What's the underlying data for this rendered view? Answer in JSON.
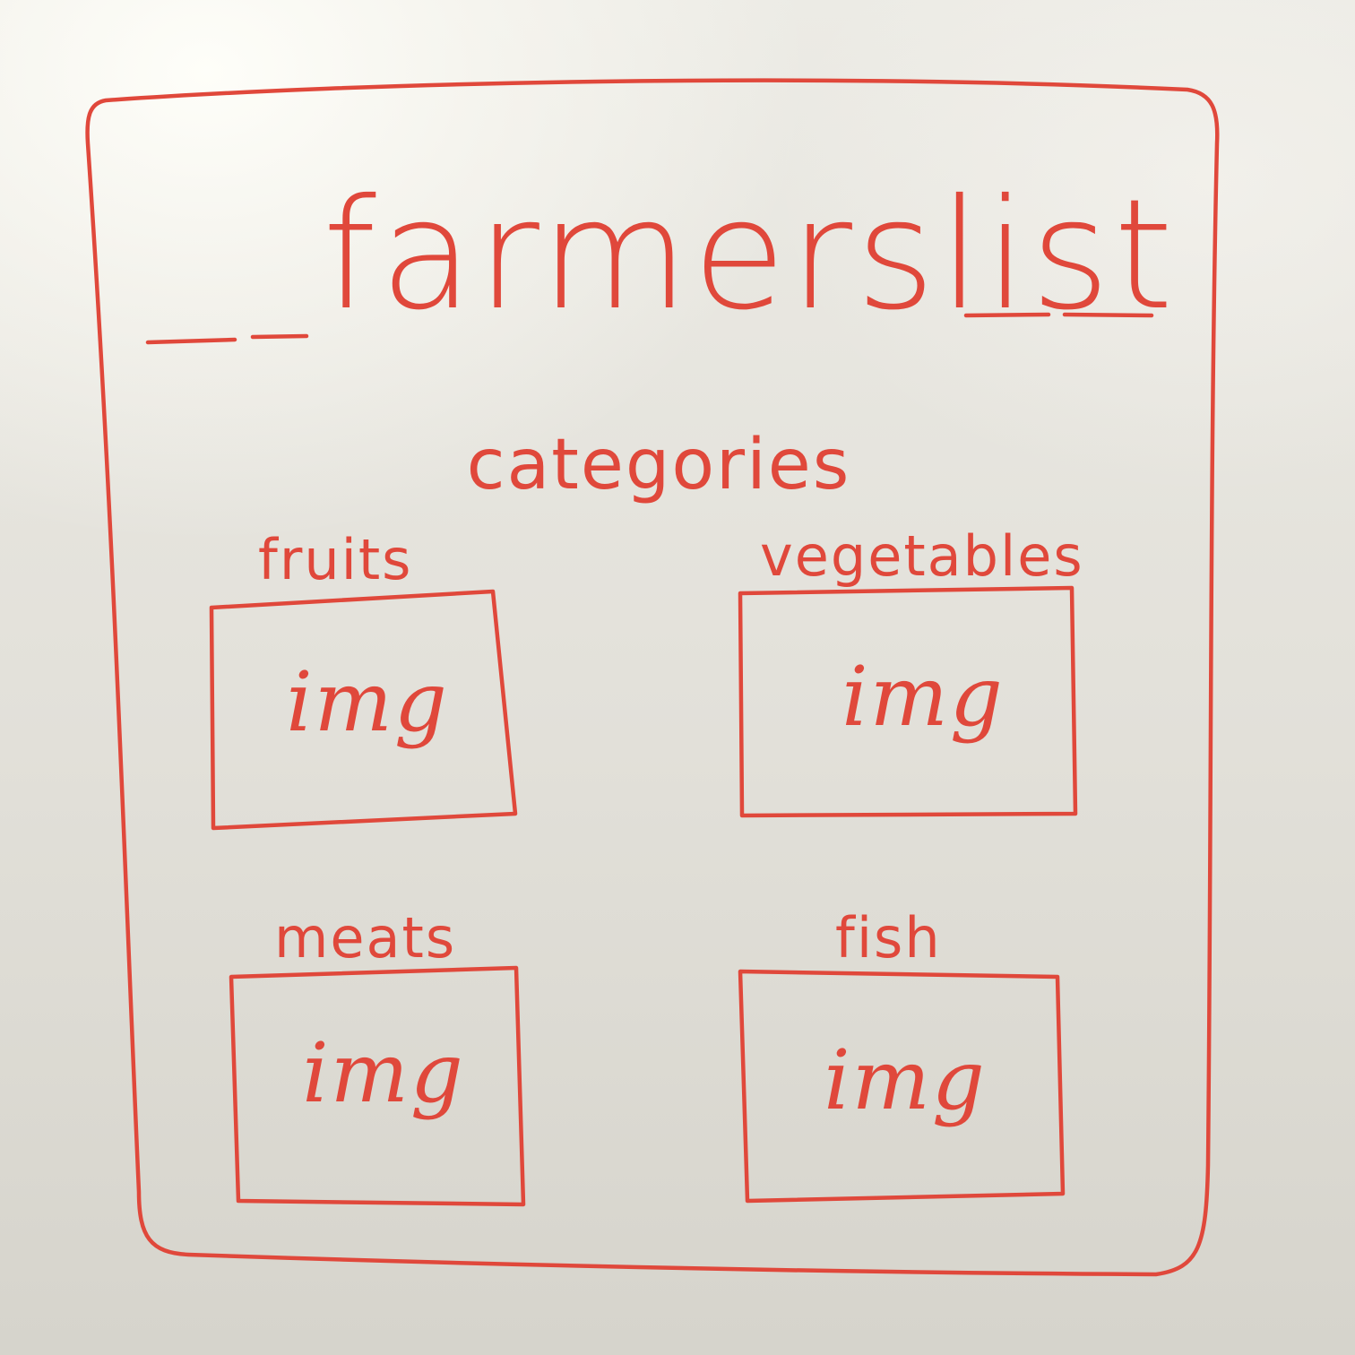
{
  "title": "farmerslist",
  "subtitle": "categories",
  "categories": [
    {
      "label": "fruits",
      "placeholder": "img"
    },
    {
      "label": "vegetables",
      "placeholder": "img"
    },
    {
      "label": "meats",
      "placeholder": "img"
    },
    {
      "label": "fish",
      "placeholder": "img"
    }
  ],
  "ink_color": "#e0483b",
  "board_color": "#e4e2db"
}
